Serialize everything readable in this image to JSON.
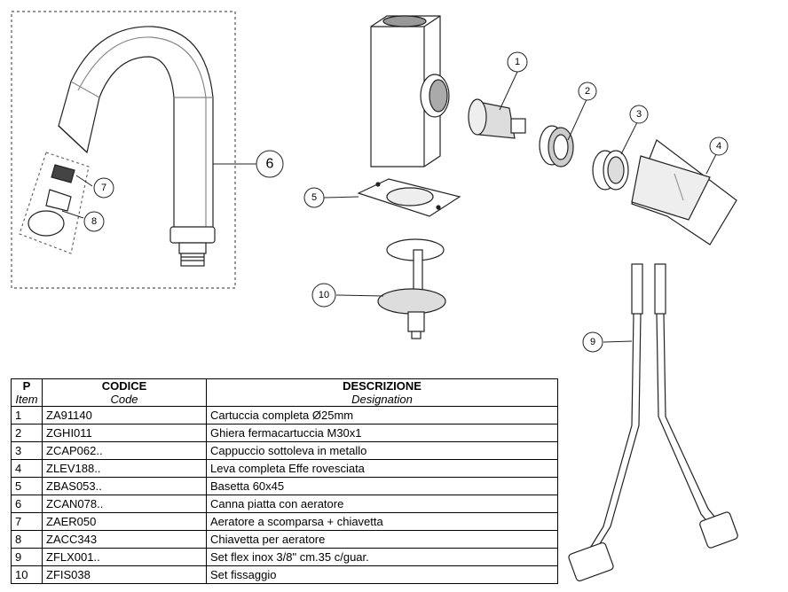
{
  "callouts": [
    "1",
    "2",
    "3",
    "4",
    "5",
    "6",
    "7",
    "8",
    "9",
    "10"
  ],
  "table": {
    "headers": {
      "item": "P",
      "item_sub": "Item",
      "code": "CODICE",
      "code_sub": "Code",
      "desc": "DESCRIZIONE",
      "desc_sub": "Designation"
    },
    "rows": [
      {
        "item": "1",
        "code": "ZA91140",
        "desc": "Cartuccia completa Ø25mm"
      },
      {
        "item": "2",
        "code": "ZGHI011",
        "desc": "Ghiera fermacartuccia M30x1"
      },
      {
        "item": "3",
        "code": "ZCAP062..",
        "desc": "Cappuccio sottoleva in metallo"
      },
      {
        "item": "4",
        "code": "ZLEV188..",
        "desc": "Leva completa Effe  rovesciata"
      },
      {
        "item": "5",
        "code": "ZBAS053..",
        "desc": "Basetta 60x45"
      },
      {
        "item": "6",
        "code": "ZCAN078..",
        "desc": "Canna piatta con aeratore"
      },
      {
        "item": "7",
        "code": "ZAER050",
        "desc": "Aeratore a scomparsa + chiavetta"
      },
      {
        "item": "8",
        "code": "ZACC343",
        "desc": "Chiavetta per aeratore"
      },
      {
        "item": "9",
        "code": "ZFLX001..",
        "desc": "Set flex inox 3/8\" cm.35 c/guar."
      },
      {
        "item": "10",
        "code": "ZFIS038",
        "desc": "Set fissaggio"
      }
    ]
  }
}
